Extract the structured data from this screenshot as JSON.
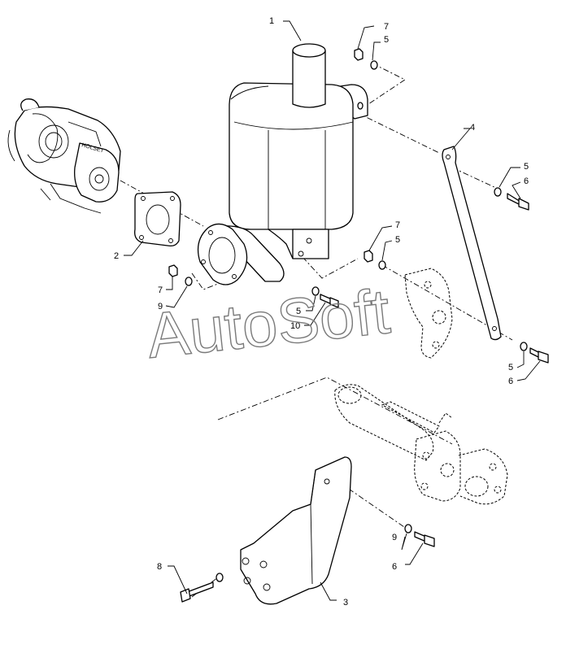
{
  "watermark": "AutoSoft",
  "callouts": {
    "c1": "1",
    "c2": "2",
    "c3": "3",
    "c4": "4",
    "c5a": "5",
    "c5b": "5",
    "c5c": "5",
    "c5d": "5",
    "c5e": "5",
    "c6a": "6",
    "c6b": "6",
    "c6c": "6",
    "c7a": "7",
    "c7b": "7",
    "c7c": "7",
    "c8": "8",
    "c9a": "9",
    "c9b": "9",
    "c10": "10"
  }
}
